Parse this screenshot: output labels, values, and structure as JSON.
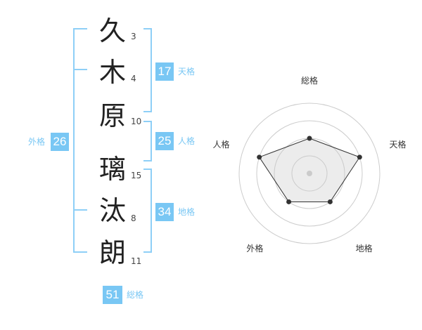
{
  "name": {
    "chars": [
      {
        "char": "久",
        "strokes": "3"
      },
      {
        "char": "木",
        "strokes": "4"
      },
      {
        "char": "原",
        "strokes": "10"
      },
      {
        "char": "璃",
        "strokes": "15"
      },
      {
        "char": "汰",
        "strokes": "8"
      },
      {
        "char": "朗",
        "strokes": "11"
      }
    ]
  },
  "fortune": {
    "tenkaku": {
      "value": "17",
      "label": "天格"
    },
    "jinkaku": {
      "value": "25",
      "label": "人格"
    },
    "chikaku": {
      "value": "34",
      "label": "地格"
    },
    "gaikaku": {
      "value": "26",
      "label": "外格"
    },
    "soukaku": {
      "value": "51",
      "label": "総格"
    }
  },
  "colors": {
    "accent": "#79c7f4",
    "line": "#8ecff7"
  },
  "chart_data": {
    "type": "radar",
    "axes": [
      "総格",
      "天格",
      "地格",
      "外格",
      "人格"
    ],
    "values": [
      0.5,
      0.75,
      0.5,
      0.5,
      0.75
    ],
    "grid": true,
    "rings": 4
  }
}
